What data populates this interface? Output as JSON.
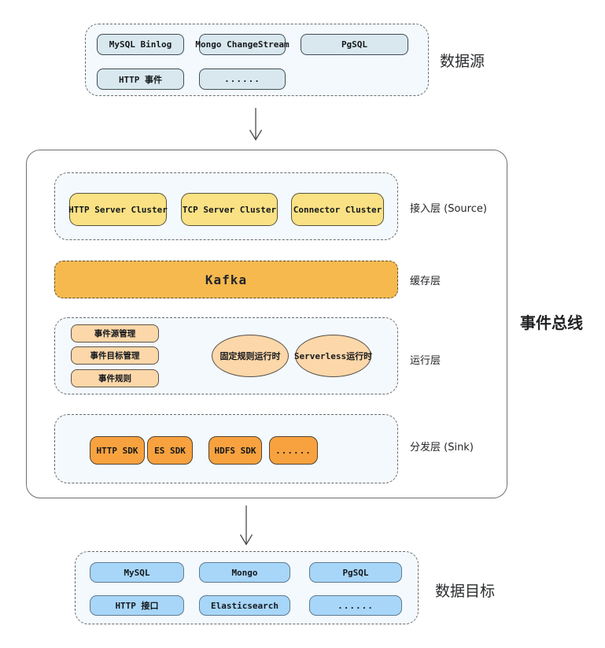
{
  "colors": {
    "panel_bg": "#f4f9fd",
    "source_node_fill": "#d9e8ee",
    "access_node_fill": "#fae184",
    "kafka_fill": "#f6b94e",
    "runtime_node_fill": "#fcd7a9",
    "sink_node_fill": "#f8a23f",
    "target_node_fill": "#a7d6f9",
    "arrow_color": "#4a4a4a"
  },
  "source_section": {
    "label": "数据源",
    "items": [
      "MySQL Binlog",
      "Mongo ChangeStream",
      "PgSQL",
      "HTTP 事件",
      "......"
    ]
  },
  "bus": {
    "label": "事件总线",
    "access_layer": {
      "label": "接入层 (Source)",
      "items": [
        "HTTP Server Cluster",
        "TCP Server Cluster",
        "Connector Cluster"
      ]
    },
    "cache_layer": {
      "label": "缓存层",
      "item": "Kafka"
    },
    "runtime_layer": {
      "label": "运行层",
      "management_items": [
        "事件源管理",
        "事件目标管理",
        "事件规则"
      ],
      "runtimes": [
        "固定规则运行时",
        "Serverless运行时"
      ]
    },
    "sink_layer": {
      "label": "分发层 (Sink)",
      "items": [
        "HTTP SDK",
        "ES SDK",
        "HDFS SDK",
        "......"
      ]
    }
  },
  "target_section": {
    "label": "数据目标",
    "items": [
      "MySQL",
      "Mongo",
      "PgSQL",
      "HTTP 接口",
      "Elasticsearch",
      "......"
    ]
  }
}
